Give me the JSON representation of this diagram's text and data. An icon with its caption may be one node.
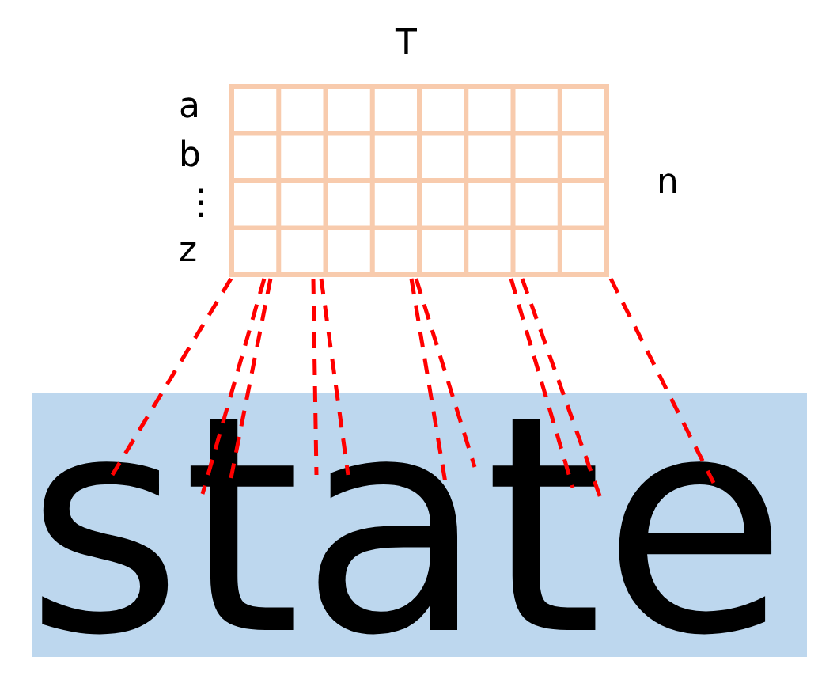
{
  "diagram": {
    "nodes": [
      {
        "text": [],
        "shape": "grid"
      },
      {
        "text": [
          "state"
        ]
      }
    ],
    "edges": [
      {
        "from": 0,
        "to": 1,
        "arrow": "none",
        "style": "dashed"
      },
      {
        "from": 0,
        "to": 1,
        "arrow": "none",
        "style": "dashed"
      },
      {
        "from": 0,
        "to": 1,
        "arrow": "none",
        "style": "dashed"
      },
      {
        "from": 0,
        "to": 1,
        "arrow": "none",
        "style": "dashed"
      },
      {
        "from": 0,
        "to": 1,
        "arrow": "none",
        "style": "dashed"
      },
      {
        "from": 0,
        "to": 1,
        "arrow": "none",
        "style": "dashed"
      },
      {
        "from": 0,
        "to": 1,
        "arrow": "none",
        "style": "dashed"
      },
      {
        "from": 0,
        "to": 1,
        "arrow": "none",
        "style": "dashed"
      },
      {
        "from": 0,
        "to": 1,
        "arrow": "none",
        "style": "dashed"
      },
      {
        "from": 0,
        "to": 1,
        "arrow": "none",
        "style": "dashed"
      }
    ],
    "labels": [
      "T",
      "a",
      "b",
      "⋮",
      "z",
      "n"
    ]
  }
}
